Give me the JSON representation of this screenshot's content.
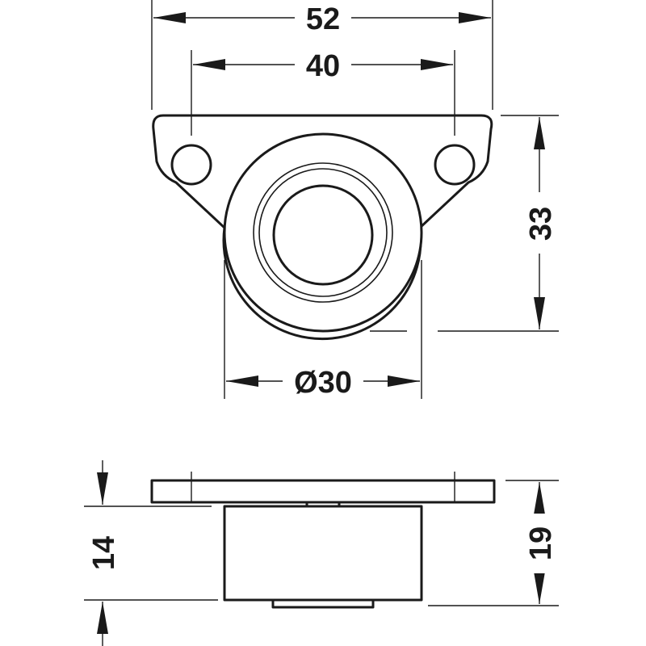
{
  "drawing": {
    "top_view": {
      "dim_overall_width": "52",
      "dim_hole_spacing": "40",
      "dim_height": "33",
      "dim_body_diameter": "Ø30"
    },
    "side_view": {
      "dim_body_height": "14",
      "dim_total_height": "19"
    },
    "colors": {
      "line": "#1a1a1a",
      "background": "#ffffff"
    }
  }
}
